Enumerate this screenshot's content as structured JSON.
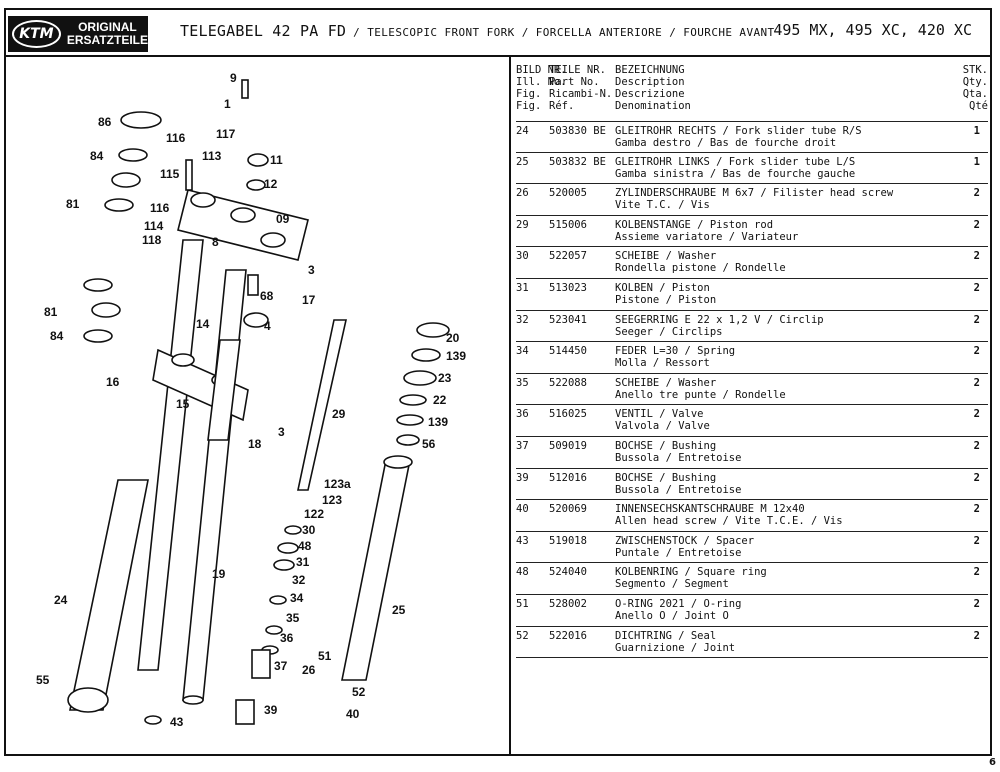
{
  "header": {
    "logo_brand": "KTM",
    "logo_line1": "ORIGINAL",
    "logo_line2": "ERSATZTEILE",
    "title_main": "TELEGABEL 42 PA FD",
    "title_sub": " / TELESCOPIC FRONT FORK / FORCELLA ANTERIORE / FOURCHE AVANT",
    "models": "495 MX, 495 XC, 420 XC"
  },
  "table_header": {
    "col1": "BILD NR.\nIll. No.\nFig.\nFig.",
    "col2": "TEILE NR.\nPart No.\nRicambi-N.\nRéf.",
    "col3": "BEZEICHNUNG\nDescription\nDescrizione\nDenomination",
    "col4": "STK.\nQty.\nQta.\nQté"
  },
  "parts": [
    {
      "fig": "24",
      "part": "503830 BE",
      "line1": "GLEITROHR RECHTS / Fork slider tube R/S",
      "line2": "Gamba destro / Bas de fourche droit",
      "qty": "1"
    },
    {
      "fig": "25",
      "part": "503832 BE",
      "line1": "GLEITROHR LINKS / Fork slider tube L/S",
      "line2": "Gamba sinistra / Bas de fourche gauche",
      "qty": "1"
    },
    {
      "fig": "26",
      "part": "520005",
      "line1": "ZYLINDERSCHRAUBE M 6x7 / Filister head screw",
      "line2": "Vite T.C. / Vis",
      "qty": "2"
    },
    {
      "fig": "29",
      "part": "515006",
      "line1": "KOLBENSTANGE / Piston rod",
      "line2": "Assieme variatore / Variateur",
      "qty": "2"
    },
    {
      "fig": "30",
      "part": "522057",
      "line1": "SCHEIBE / Washer",
      "line2": "Rondella pistone / Rondelle",
      "qty": "2"
    },
    {
      "fig": "31",
      "part": "513023",
      "line1": "KOLBEN / Piston",
      "line2": "Pistone / Piston",
      "qty": "2"
    },
    {
      "fig": "32",
      "part": "523041",
      "line1": "SEEGERRING E 22 x 1,2 V / Circlip",
      "line2": "Seeger / Circlips",
      "qty": "2"
    },
    {
      "fig": "34",
      "part": "514450",
      "line1": "FEDER L=30 / Spring",
      "line2": "Molla / Ressort",
      "qty": "2"
    },
    {
      "fig": "35",
      "part": "522088",
      "line1": "SCHEIBE / Washer",
      "line2": "Anello tre punte / Rondelle",
      "qty": "2"
    },
    {
      "fig": "36",
      "part": "516025",
      "line1": "VENTIL / Valve",
      "line2": "Valvola / Valve",
      "qty": "2"
    },
    {
      "fig": "37",
      "part": "509019",
      "line1": "BOCHSE / Bushing",
      "line2": "Bussola / Entretoise",
      "qty": "2"
    },
    {
      "fig": "39",
      "part": "512016",
      "line1": "BOCHSE / Bushing",
      "line2": "Bussola / Entretoise",
      "qty": "2"
    },
    {
      "fig": "40",
      "part": "520069",
      "line1": "INNENSECHSKANTSCHRAUBE M 12x40",
      "line2": "Allen head screw / Vite T.C.E. / Vis",
      "qty": "2"
    },
    {
      "fig": "43",
      "part": "519018",
      "line1": "ZWISCHENSTOCK / Spacer",
      "line2": "Puntale / Entretoise",
      "qty": "2"
    },
    {
      "fig": "48",
      "part": "524040",
      "line1": "KOLBENRING / Square ring",
      "line2": "Segmento / Segment",
      "qty": "2"
    },
    {
      "fig": "51",
      "part": "528002",
      "line1": "O-RING 2021 / O-ring",
      "line2": "Anello O / Joint O",
      "qty": "2"
    },
    {
      "fig": "52",
      "part": "522016",
      "line1": "DICHTRING / Seal",
      "line2": "Guarnizione / Joint",
      "qty": "2"
    }
  ],
  "diagram_callouts": [
    "9",
    "1",
    "86",
    "116",
    "117",
    "84",
    "113",
    "11",
    "12",
    "115",
    "81",
    "116",
    "114",
    "09",
    "118",
    "8",
    "3",
    "68",
    "17",
    "81",
    "14",
    "4",
    "84",
    "20",
    "139",
    "16",
    "23",
    "15",
    "22",
    "29",
    "139",
    "3",
    "18",
    "56",
    "123a",
    "123",
    "122",
    "30",
    "48",
    "31",
    "32",
    "19",
    "34",
    "24",
    "35",
    "36",
    "25",
    "37",
    "51",
    "26",
    "55",
    "52",
    "39",
    "40",
    "43"
  ],
  "page_number": "6"
}
